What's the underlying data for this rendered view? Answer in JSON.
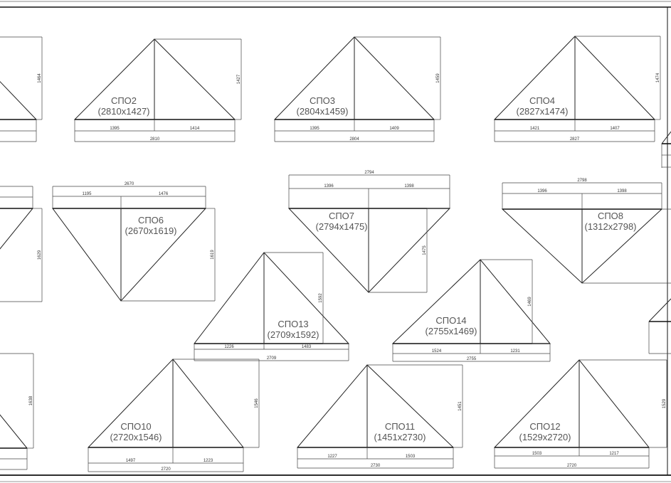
{
  "drawing": {
    "panels": [
      {
        "id": "partial-top-left",
        "height": "1464"
      },
      {
        "id": "spo2",
        "name": "СПО2",
        "size": "(2810x1427)",
        "left": "1395",
        "right": "1414",
        "total": "2810",
        "height": "1427"
      },
      {
        "id": "spo3",
        "name": "СПО3",
        "size": "(2804x1459)",
        "left": "1395",
        "right": "1409",
        "total": "2804",
        "height": "1459"
      },
      {
        "id": "spo4",
        "name": "СПО4",
        "size": "(2827x1474)",
        "left": "1421",
        "right": "1407",
        "total": "2827",
        "height": "1474"
      },
      {
        "id": "partial-mid-left",
        "height": "1629"
      },
      {
        "id": "spo6",
        "name": "СПО6",
        "size": "(2670x1619)",
        "left": "1195",
        "right": "1476",
        "total": "2670",
        "height": "1619"
      },
      {
        "id": "spo7",
        "name": "СПО7",
        "size": "(2794x1475)",
        "left": "1396",
        "right": "1398",
        "total": "2794",
        "height": "1475"
      },
      {
        "id": "spo8",
        "name": "СПО8",
        "size": "(1312x2798)",
        "left": "1396",
        "right": "1398",
        "total": "2798"
      },
      {
        "id": "spo13",
        "name": "СПО13",
        "size": "(2709x1592)",
        "left": "1226",
        "right": "1483",
        "total": "2709",
        "height": "1592"
      },
      {
        "id": "spo14",
        "name": "СПО14",
        "size": "(2755x1469)",
        "left": "1524",
        "right": "1231",
        "total": "2755",
        "height": "1469"
      },
      {
        "id": "partial-bottom-left",
        "height": "1638"
      },
      {
        "id": "spo10",
        "name": "СПО10",
        "size": "(2720x1546)",
        "left": "1497",
        "right": "1223",
        "total": "2720",
        "height": "1546"
      },
      {
        "id": "spo11",
        "name": "СПО11",
        "size": "(1451x2730)",
        "left": "1227",
        "right": "1503",
        "total": "2730",
        "height": "1451"
      },
      {
        "id": "spo12",
        "name": "СПО12",
        "size": "(1529x2720)",
        "left": "1503",
        "right": "1217",
        "total": "2720",
        "height": "1529"
      }
    ]
  }
}
